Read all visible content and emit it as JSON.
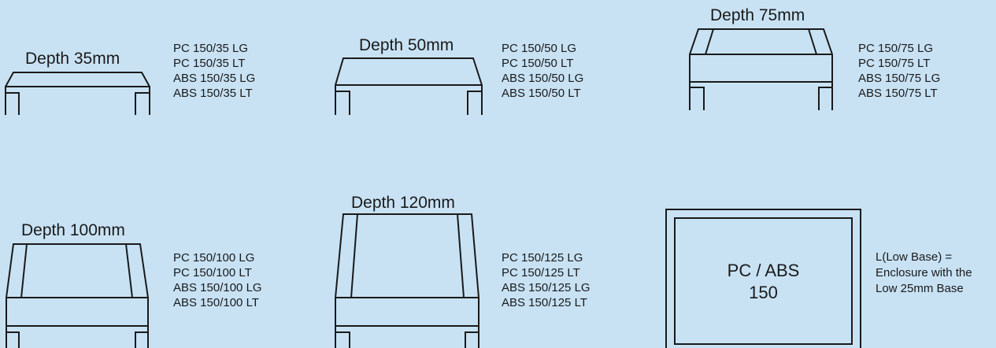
{
  "enclosures": [
    {
      "title": "Depth 35mm",
      "models": [
        "PC 150/35 LG",
        "PC 150/35 LT",
        "ABS 150/35 LG",
        "ABS 150/35 LT"
      ]
    },
    {
      "title": "Depth 50mm",
      "models": [
        "PC 150/50 LG",
        "PC 150/50 LT",
        "ABS 150/50 LG",
        "ABS 150/50 LT"
      ]
    },
    {
      "title": "Depth 75mm",
      "models": [
        "PC 150/75 LG",
        "PC 150/75 LT",
        "ABS 150/75 LG",
        "ABS 150/75 LT"
      ]
    },
    {
      "title": "Depth 100mm",
      "models": [
        "PC 150/100 LG",
        "PC 150/100 LT",
        "ABS 150/100 LG",
        "ABS 150/100 LT"
      ]
    },
    {
      "title": "Depth 120mm",
      "models": [
        "PC 150/125 LG",
        "PC 150/125 LT",
        "ABS 150/125 LG",
        "ABS 150/125 LT"
      ]
    }
  ],
  "top_view": {
    "line1": "PC / ABS",
    "line2": "150"
  },
  "note": {
    "lines": [
      "L(Low Base) =",
      "Enclosure with the",
      "Low 25mm Base"
    ]
  },
  "colors": {
    "background": "#c8e2f4",
    "line": "#1a1a1a"
  }
}
